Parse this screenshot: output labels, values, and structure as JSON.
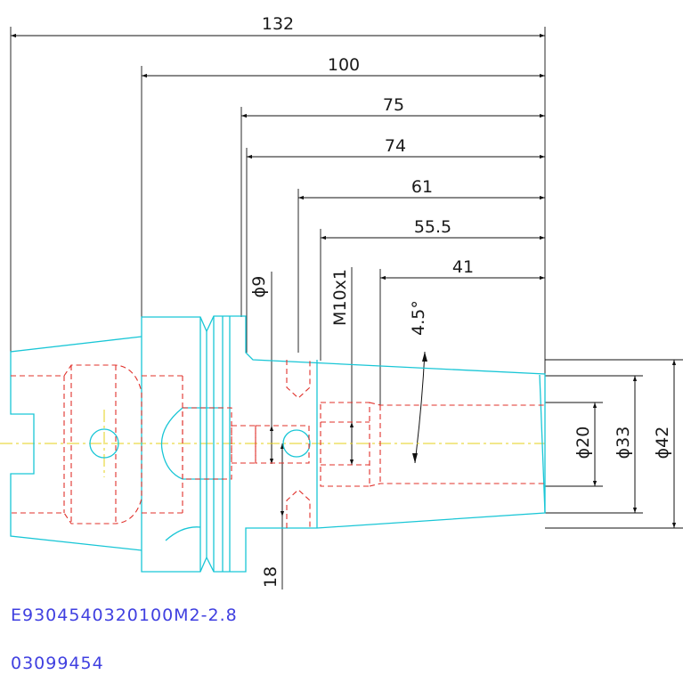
{
  "drawing": {
    "colors": {
      "outline": "#19c6d6",
      "hidden_lines": "#e0302a",
      "centerline": "#e6d21a",
      "dimensions": "#111111",
      "part_number_text": "#3f3fe0"
    },
    "dimensions": {
      "overall_length": "132",
      "length_100": "100",
      "length_75": "75",
      "length_74": "74",
      "length_61": "61",
      "length_55_5": "55.5",
      "length_41": "41",
      "bore_dia": "ϕ9",
      "thread": "M10x1",
      "taper_angle": "4.5°",
      "inner_dia": "ϕ20",
      "nose_dia": "ϕ33",
      "body_dia": "ϕ42",
      "offset": "18"
    },
    "part_number": "E9304540320100M2-2.8",
    "article_number": "03099454"
  }
}
